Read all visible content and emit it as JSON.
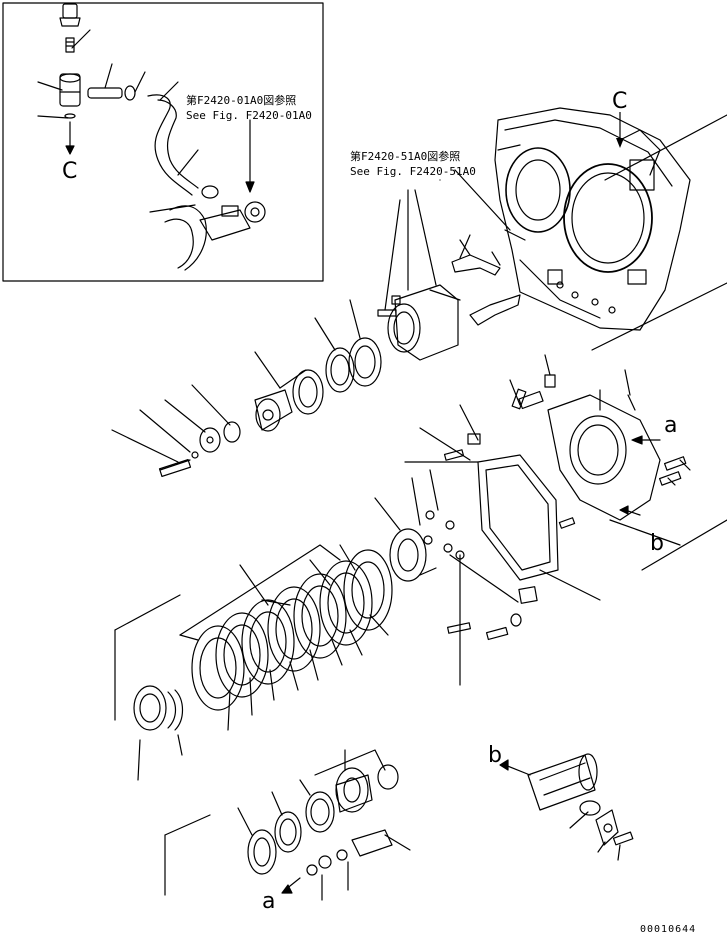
{
  "figure": {
    "inset_ref_jp": "第F2420-01A0図参照",
    "inset_ref_en": "See Fig. F2420-01A0",
    "main_ref_jp": "第F2420-51A0図参照",
    "main_ref_en": "See Fig. F2420-51A0",
    "marker_c_inset": "C",
    "marker_c_main": "C",
    "marker_a_upper": "a",
    "marker_b_upper": "b",
    "marker_b_lower": "b",
    "marker_a_lower": "a",
    "drawing_code": "00010644"
  }
}
